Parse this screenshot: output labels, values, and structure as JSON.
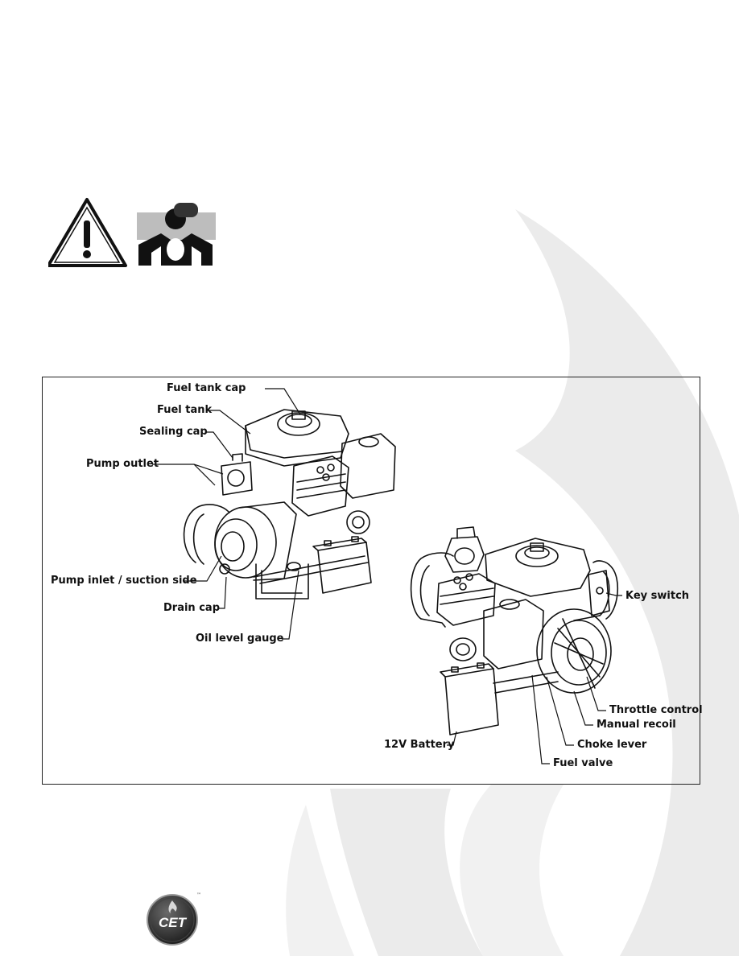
{
  "diagram": {
    "labels": {
      "fuel_tank_cap": "Fuel tank cap",
      "fuel_tank": "Fuel tank",
      "sealing_cap": "Sealing cap",
      "pump_outlet": "Pump outlet",
      "pump_inlet": "Pump inlet / suction side",
      "drain_cap": "Drain cap",
      "oil_level_gauge": "Oil level gauge",
      "key_switch": "Key switch",
      "throttle_control": "Throttle control",
      "manual_recoil": "Manual recoil",
      "choke_lever": "Choke lever",
      "battery": "12V Battery",
      "fuel_valve": "Fuel valve"
    }
  },
  "logo": {
    "text": "CET",
    "trademark": "™"
  },
  "icons": {
    "warning": "warning-triangle-icon",
    "fumes": "toxic-fumes-icon"
  }
}
